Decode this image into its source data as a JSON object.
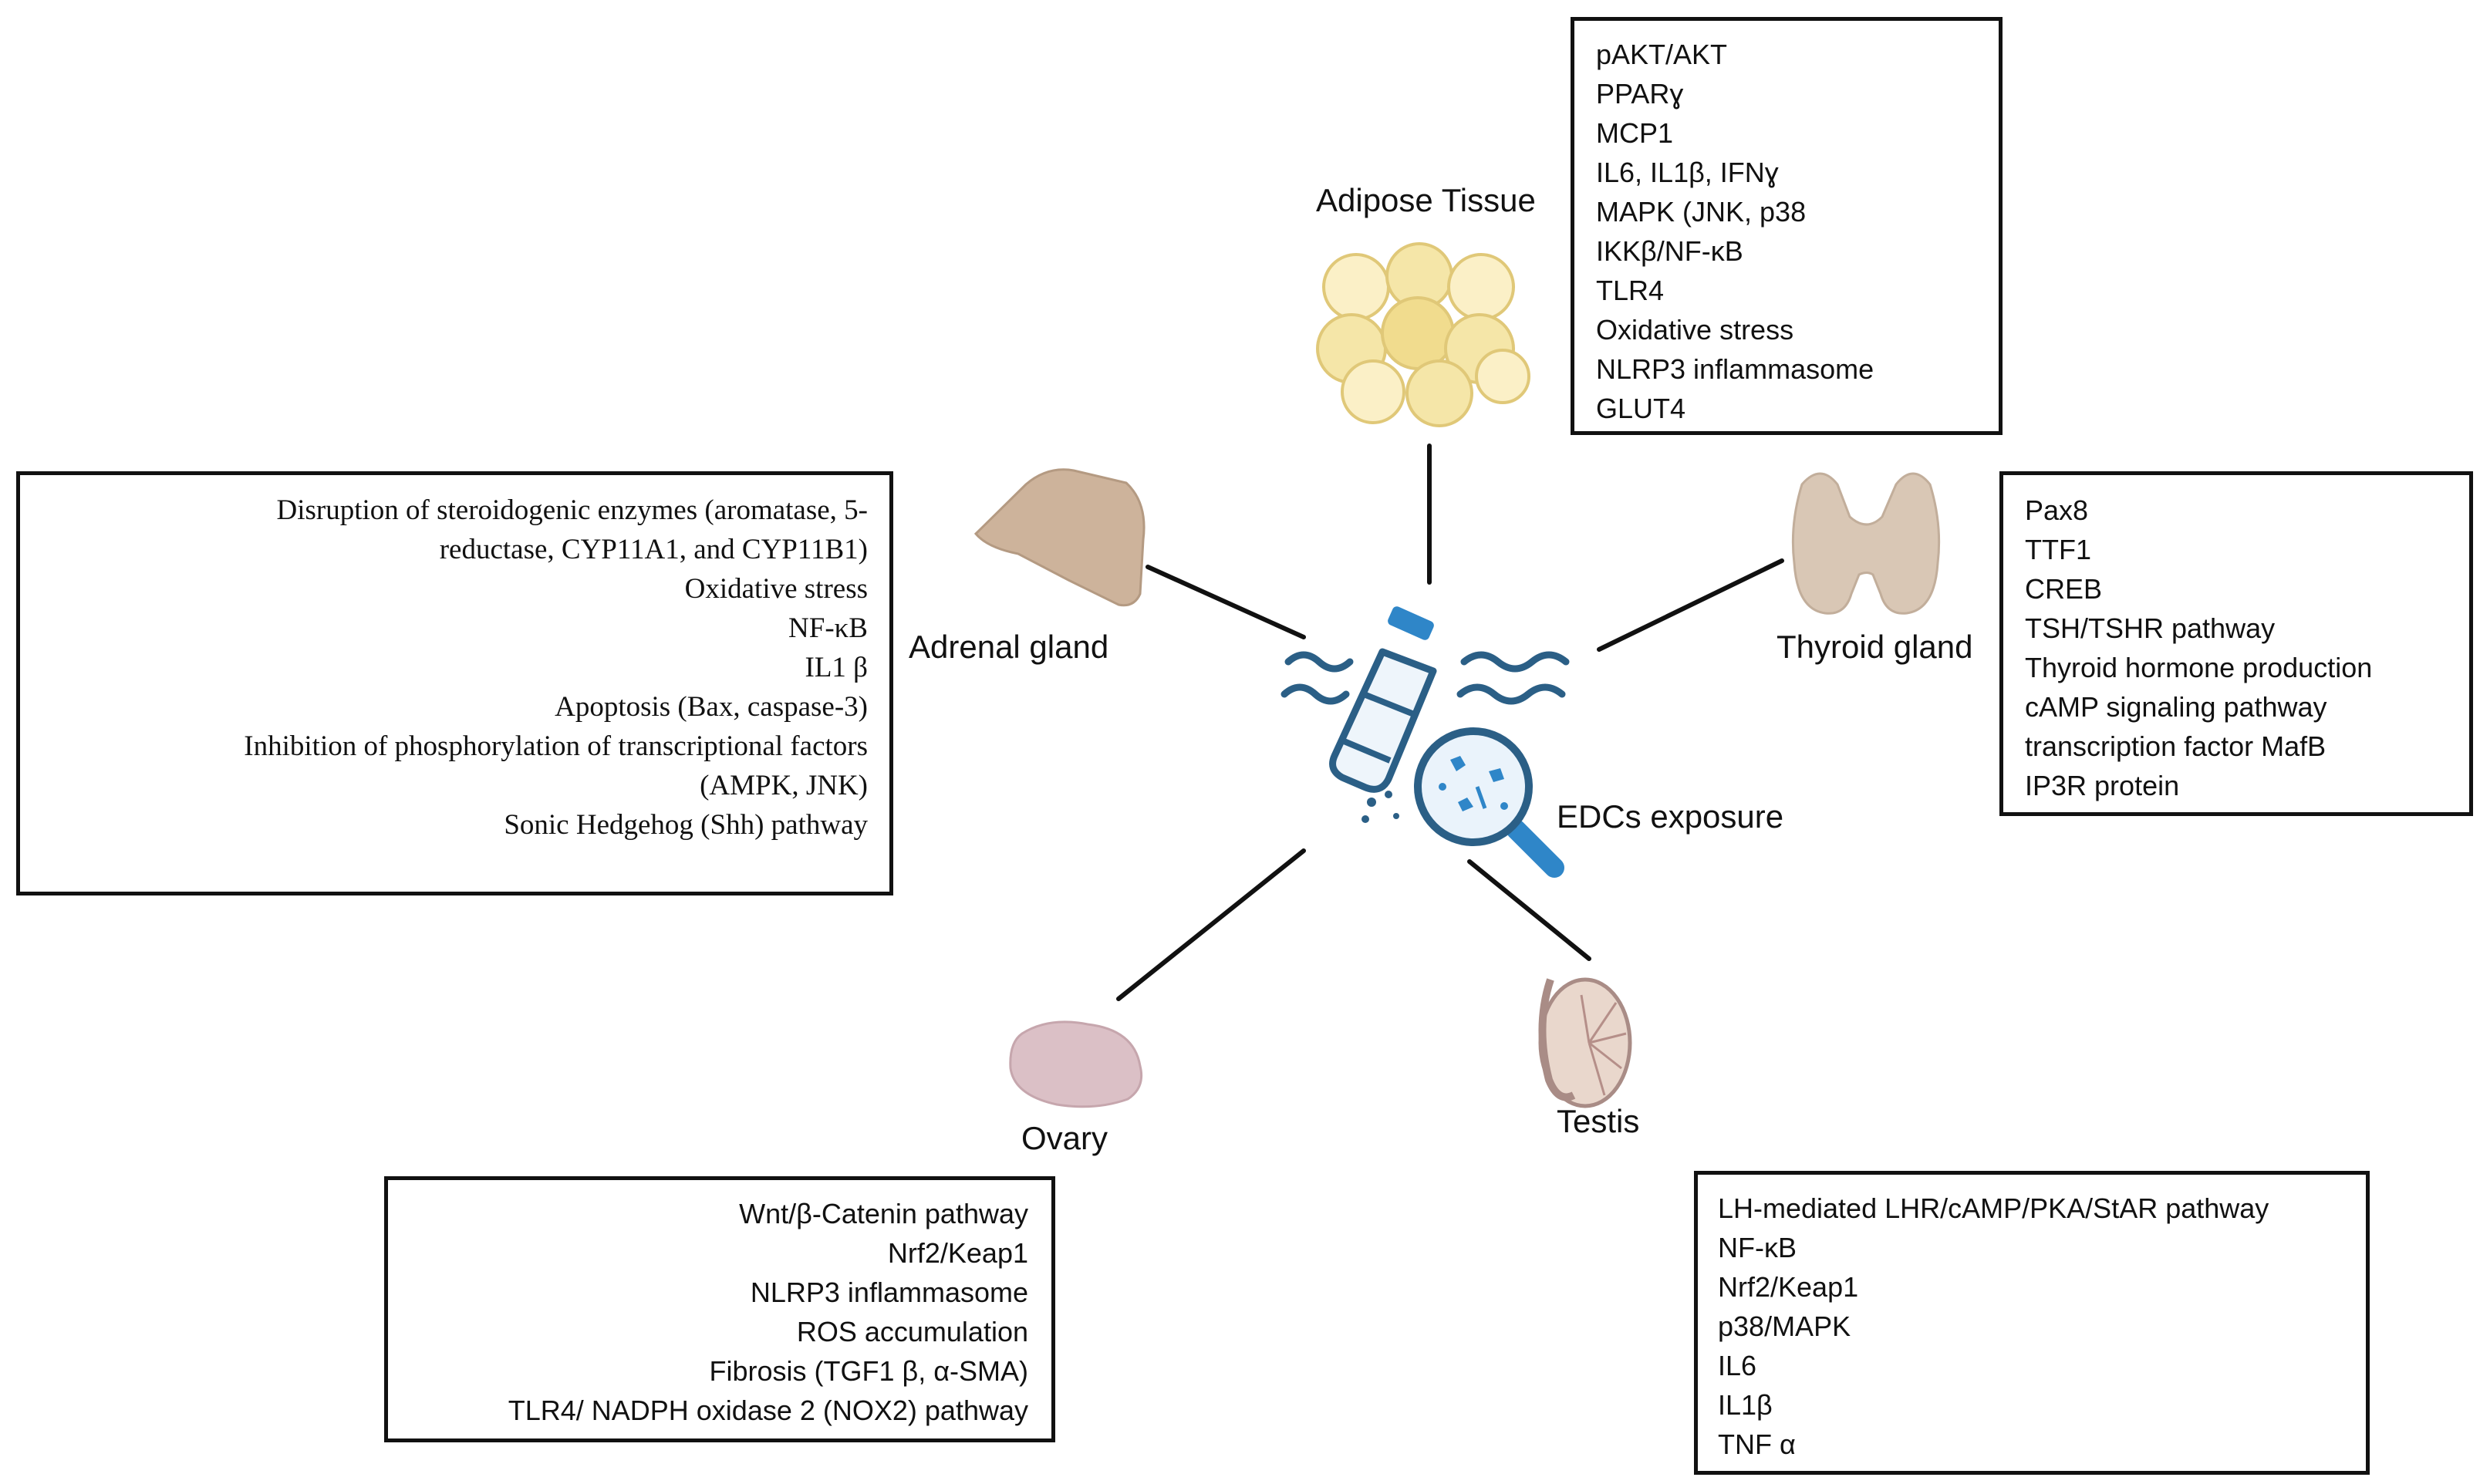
{
  "center": {
    "label": "EDCs exposure"
  },
  "organs": {
    "adipose": {
      "label": "Adipose Tissue",
      "items": [
        "pAKT/AKT",
        "PPARɣ",
        "MCP1",
        " IL6, IL1β, IFNɣ",
        "MAPK (JNK, p38",
        "IKKβ/NF-κB",
        "TLR4",
        "Oxidative stress",
        "NLRP3 inflammasome",
        "GLUT4"
      ]
    },
    "adrenal": {
      "label": "Adrenal gland",
      "items": [
        "Disruption of steroidogenic enzymes (aromatase, 5-",
        "reductase, CYP11A1, and CYP11B1)",
        "Oxidative stress",
        "NF-κB",
        "IL1 β",
        "Apoptosis (Bax, caspase-3)",
        "Inhibition of phosphorylation of transcriptional factors",
        "(AMPK, JNK)",
        "Sonic Hedgehog (Shh) pathway"
      ]
    },
    "thyroid": {
      "label": "Thyroid gland",
      "items": [
        "Pax8",
        "TTF1",
        "CREB",
        "TSH/TSHR pathway",
        "Thyroid hormone production",
        "cAMP signaling pathway",
        "transcription factor MafB",
        "IP3R protein"
      ]
    },
    "ovary": {
      "label": "Ovary",
      "items": [
        "Wnt/β-Catenin pathway",
        "Nrf2/Keap1",
        "NLRP3 inflammasome",
        "ROS accumulation",
        "Fibrosis (TGF1 β, α-SMA)",
        "TLR4/ NADPH oxidase 2 (NOX2) pathway"
      ]
    },
    "testis": {
      "label": "Testis",
      "items": [
        "LH-mediated LHR/cAMP/PKA/StAR pathway",
        "NF-κB",
        "Nrf2/Keap1",
        "p38/MAPK",
        "IL6",
        "IL1β",
        "TNF α"
      ]
    }
  }
}
